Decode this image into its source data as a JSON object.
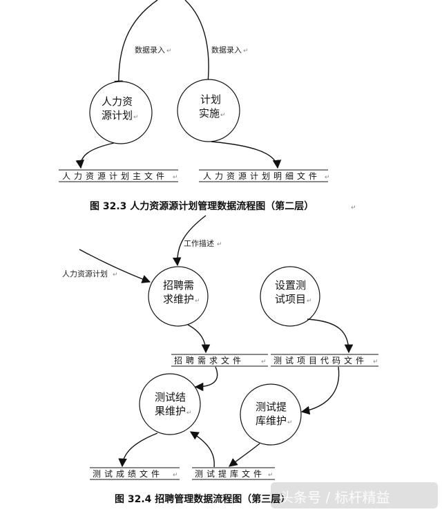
{
  "figure1": {
    "caption": "图 32.3 人力资源源计划管理数据流程图（第二层）",
    "flows": {
      "left_input": "数据录入",
      "right_input": "数据录入"
    },
    "processes": {
      "hr_plan": [
        "人力资",
        "源计划"
      ],
      "plan_impl": [
        "计划",
        "实施"
      ]
    },
    "stores": {
      "main": "人力资源计划主文件",
      "detail": "人力资源计划明细文件"
    }
  },
  "figure2": {
    "caption": "图 32.4 招聘管理数据流程图（第三层）",
    "flows": {
      "job_desc": "工作描述",
      "hr_plan": "人力资源计划"
    },
    "processes": {
      "recruit_req": [
        "招聘需",
        "求维护"
      ],
      "test_setup": [
        "设置测",
        "试项目"
      ],
      "test_result": [
        "测试结",
        "果维护"
      ],
      "test_bank": [
        "测试提",
        "库维护"
      ]
    },
    "stores": {
      "recruit": "招聘需求文件",
      "test_code": "测试项目代码文件",
      "score": "测试成绩文件",
      "bank": "测试提库文件"
    }
  },
  "watermark": "头条号 / 标杆精益"
}
